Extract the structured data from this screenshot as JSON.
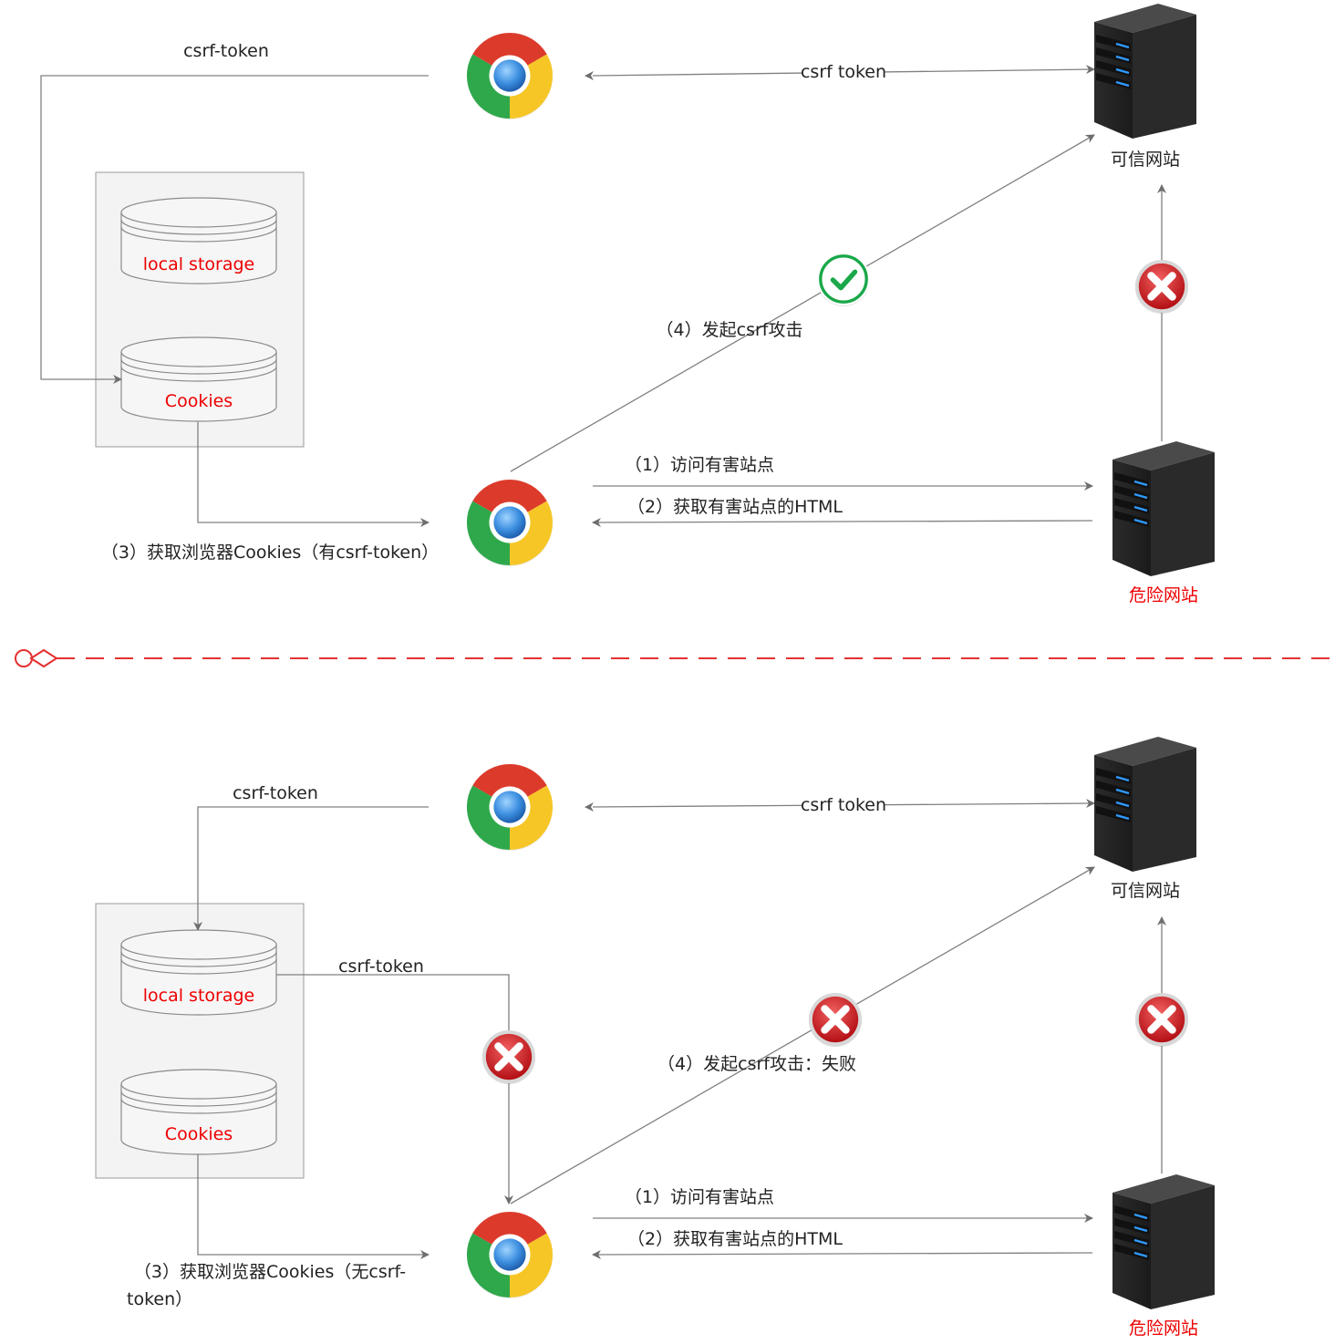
{
  "top": {
    "csrf_token_left": "csrf-token",
    "csrf_token_edge": "csrf token",
    "trusted_site": "可信网站",
    "danger_site": "危险网站",
    "local_storage": "local  storage",
    "cookies": "Cookies",
    "step1": "（1）访问有害站点",
    "step2": "（2）获取有害站点的HTML",
    "step3": "（3）获取浏览器Cookies（有csrf-token）",
    "step4": "（4）发起csrf攻击"
  },
  "bottom": {
    "csrf_token_left": "csrf-token",
    "csrf_token_edge": "csrf token",
    "csrf_token_storage": "csrf-token",
    "trusted_site": "可信网站",
    "danger_site": "危险网站",
    "local_storage": "local  storage",
    "cookies": "Cookies",
    "step1": "（1）访问有害站点",
    "step2": "（2）获取有害站点的HTML",
    "step3_line1": "（3）获取浏览器Cookies（无csrf-",
    "step3_line2": "token）",
    "step4": "（4）发起csrf攻击：失败"
  },
  "icons": {
    "browser": "chrome-browser-icon",
    "server": "server-icon",
    "success": "check-icon",
    "failure": "error-x-icon"
  },
  "colors": {
    "accent_red": "#ee0000",
    "success_green": "#1aa84a",
    "error_red": "#cc1f1f",
    "connector": "#808080"
  }
}
